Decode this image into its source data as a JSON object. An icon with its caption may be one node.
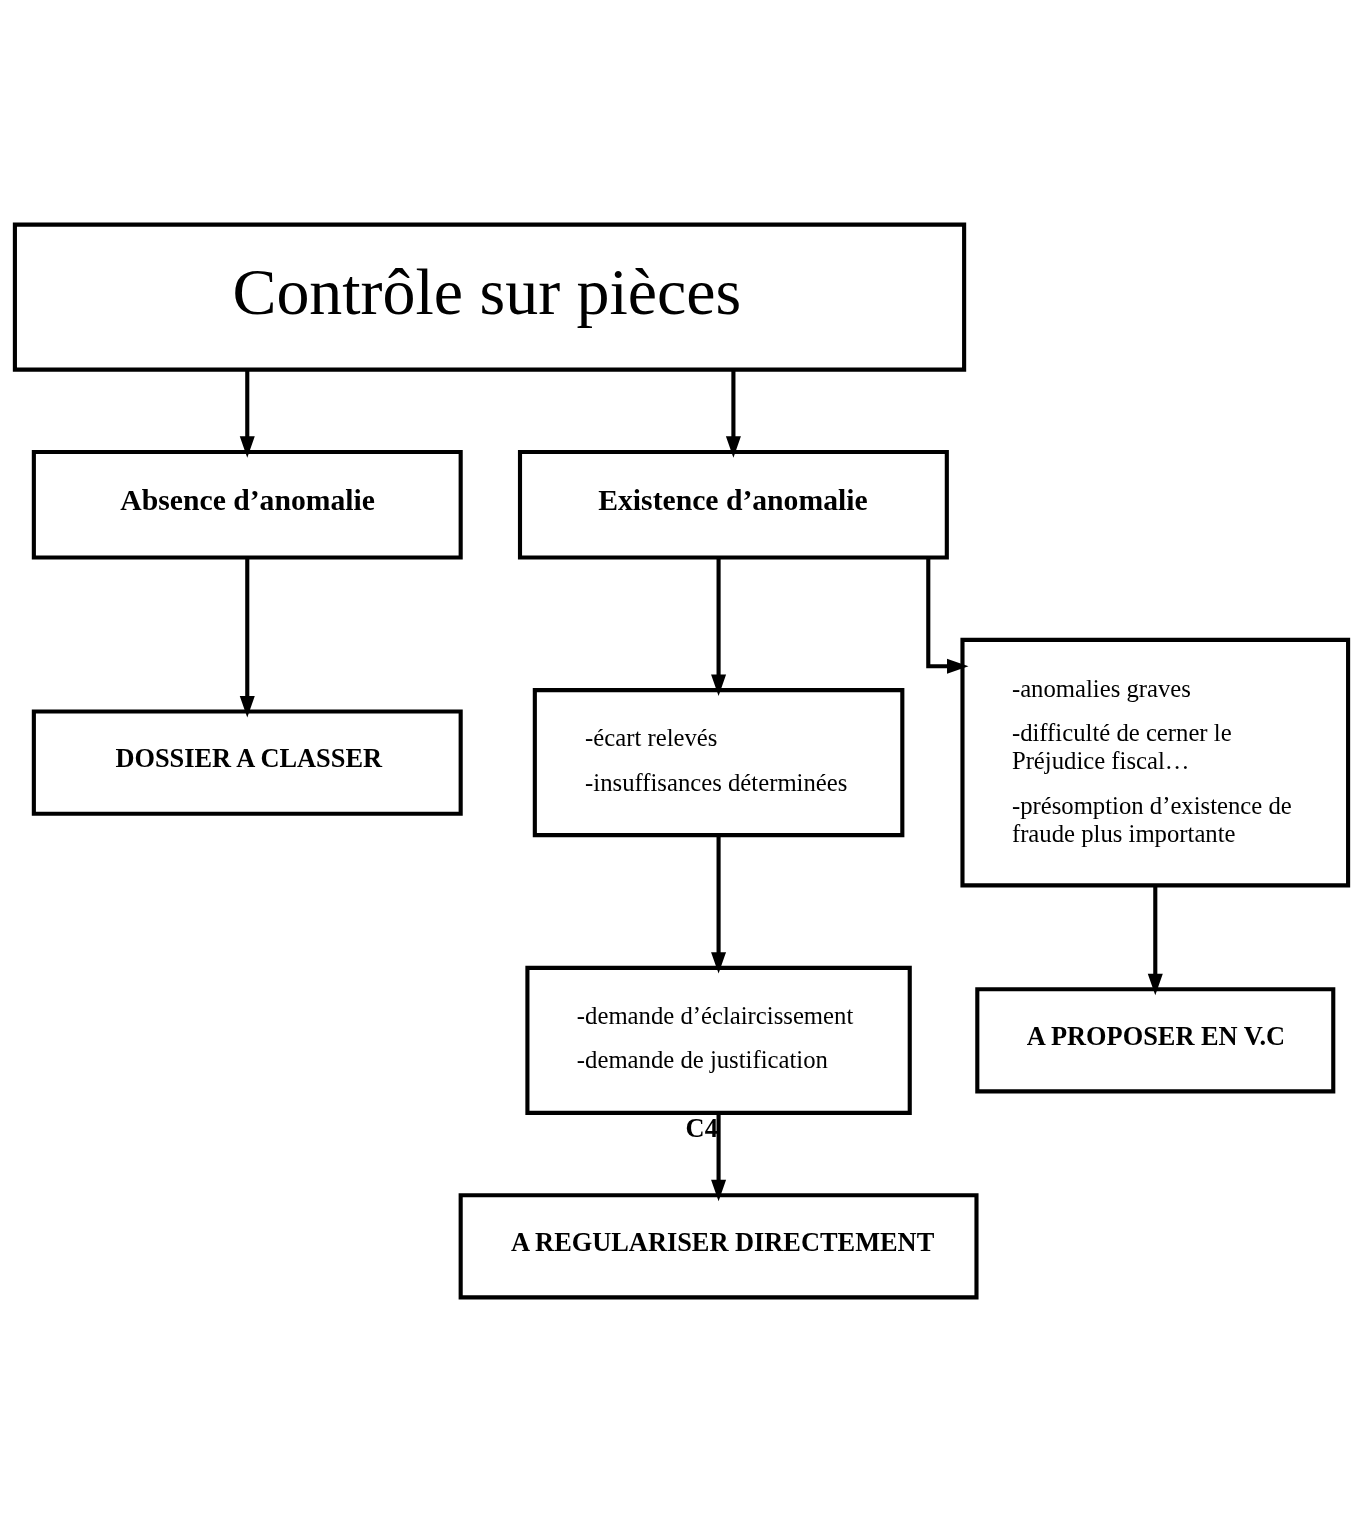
{
  "diagram": {
    "nodes": [
      {
        "text": [
          "Contrôle sur pièces"
        ]
      },
      {
        "text": [
          "Absence d’anomalie"
        ]
      },
      {
        "text": [
          "Existence d’anomalie"
        ]
      },
      {
        "text": [
          "DOSSIER A CLASSER"
        ]
      },
      {
        "text": [
          "-écart relevés",
          "-insuffisances déterminées"
        ]
      },
      {
        "text": [
          "-anomalies graves",
          "-difficulté de cerner le Préjudice fiscal…",
          "-présomption d’existence de fraude plus importante"
        ]
      },
      {
        "text": [
          "-demande d’éclaircissement",
          "-demande de justification"
        ]
      },
      {
        "text": [
          "A REGULARISER DIRECTEMENT"
        ]
      },
      {
        "text": [
          "A PROPOSER EN V.C"
        ]
      }
    ],
    "edges": [
      {
        "from": 0,
        "to": 1,
        "arrow": "to"
      },
      {
        "from": 0,
        "to": 2,
        "arrow": "to"
      },
      {
        "from": 1,
        "to": 3,
        "arrow": "to"
      },
      {
        "from": 2,
        "to": 4,
        "arrow": "to"
      },
      {
        "from": 2,
        "to": 5,
        "arrow": "to"
      },
      {
        "from": 4,
        "to": 6,
        "arrow": "to"
      },
      {
        "from": 6,
        "to": 7,
        "label": "C4",
        "arrow": "to"
      },
      {
        "from": 5,
        "to": 8,
        "arrow": "to"
      }
    ]
  }
}
